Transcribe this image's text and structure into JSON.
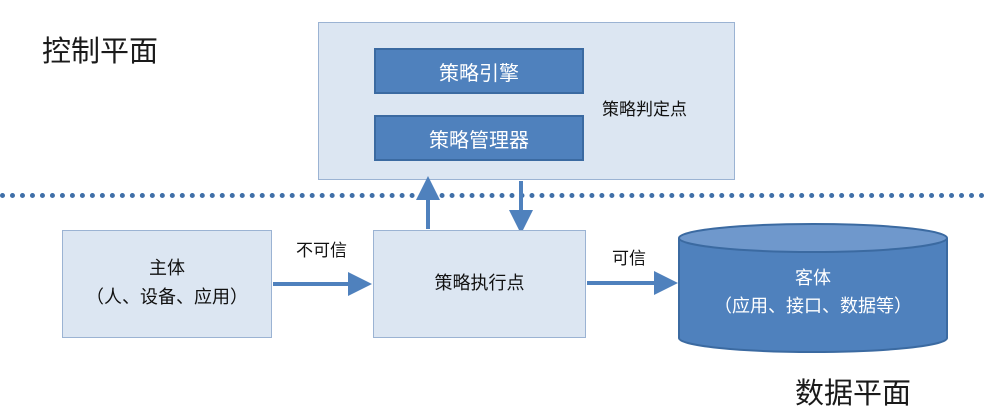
{
  "labels": {
    "control_plane": "控制平面",
    "data_plane": "数据平面"
  },
  "pdp": {
    "label": "策略判定点",
    "engine": "策略引擎",
    "administrator": "策略管理器"
  },
  "subject": {
    "line1": "主体",
    "line2": "（人、设备、应用）"
  },
  "pep": {
    "label": "策略执行点"
  },
  "object": {
    "line1": "客体",
    "line2": "（应用、接口、数据等）"
  },
  "edges": {
    "untrusted": "不可信",
    "trusted": "可信"
  },
  "colors": {
    "box_fill": "#dce6f2",
    "inner_fill": "#4f81bd",
    "arrow": "#4f81bd",
    "divider": "#3f6fa8"
  }
}
